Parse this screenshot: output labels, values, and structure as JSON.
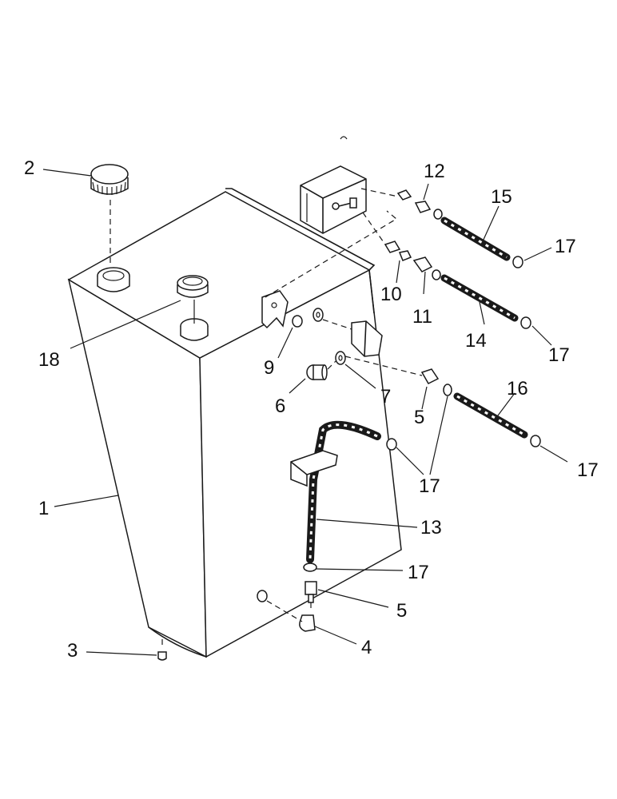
{
  "diagram": {
    "type": "exploded parts diagram",
    "callouts": {
      "tank": "1",
      "filler_cap": "2",
      "drain_plug": "3",
      "elbow_lower": "4",
      "fitting_lower": "5",
      "fitting_upper": "5",
      "bolt": "6",
      "washer": "7",
      "nut": "9",
      "fitting_10": "10",
      "fitting_11": "11",
      "fitting_12": "12",
      "hose_13": "13",
      "hose_14": "14",
      "hose_15": "15",
      "hose_16": "16",
      "clamp_a": "17",
      "clamp_b": "17",
      "clamp_c": "17",
      "clamp_d": "17",
      "clamp_e": "17",
      "clamp_f": "17",
      "breather": "18"
    }
  }
}
